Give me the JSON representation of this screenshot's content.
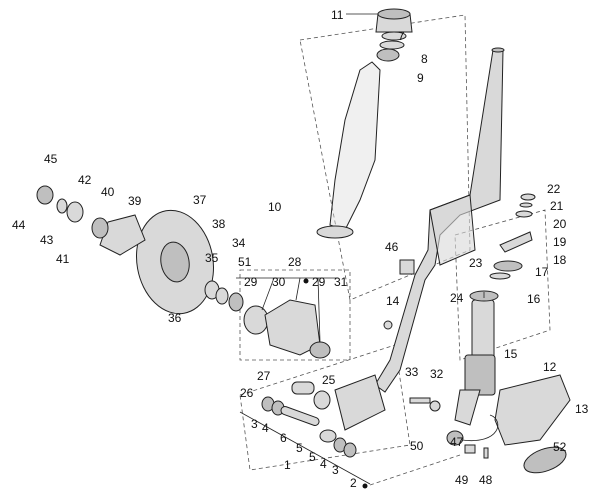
{
  "labels": {
    "l1": "1",
    "l2": "2",
    "l3a": "3",
    "l3b": "3",
    "l4a": "4",
    "l4b": "4",
    "l5a": "5",
    "l5b": "5",
    "l6": "6",
    "l7": "7",
    "l8": "8",
    "l9": "9",
    "l10": "10",
    "l11": "11",
    "l12": "12",
    "l13": "13",
    "l14": "14",
    "l15": "15",
    "l16": "16",
    "l17": "17",
    "l18": "18",
    "l19": "19",
    "l20": "20",
    "l21": "21",
    "l22": "22",
    "l23": "23",
    "l24": "24",
    "l25": "25",
    "l26": "26",
    "l27": "27",
    "l28": "28",
    "l29a": "29",
    "l29b": "29",
    "l30": "30",
    "l31": "31",
    "l32": "32",
    "l33": "33",
    "l34": "34",
    "l35": "35",
    "l36": "36",
    "l37": "37",
    "l38": "38",
    "l39": "39",
    "l40": "40",
    "l41": "41",
    "l42": "42",
    "l43": "43",
    "l44": "44",
    "l45": "45",
    "l46": "46",
    "l47": "47",
    "l48": "48",
    "l49": "49",
    "l50": "50",
    "l51": "51",
    "l52": "52"
  }
}
